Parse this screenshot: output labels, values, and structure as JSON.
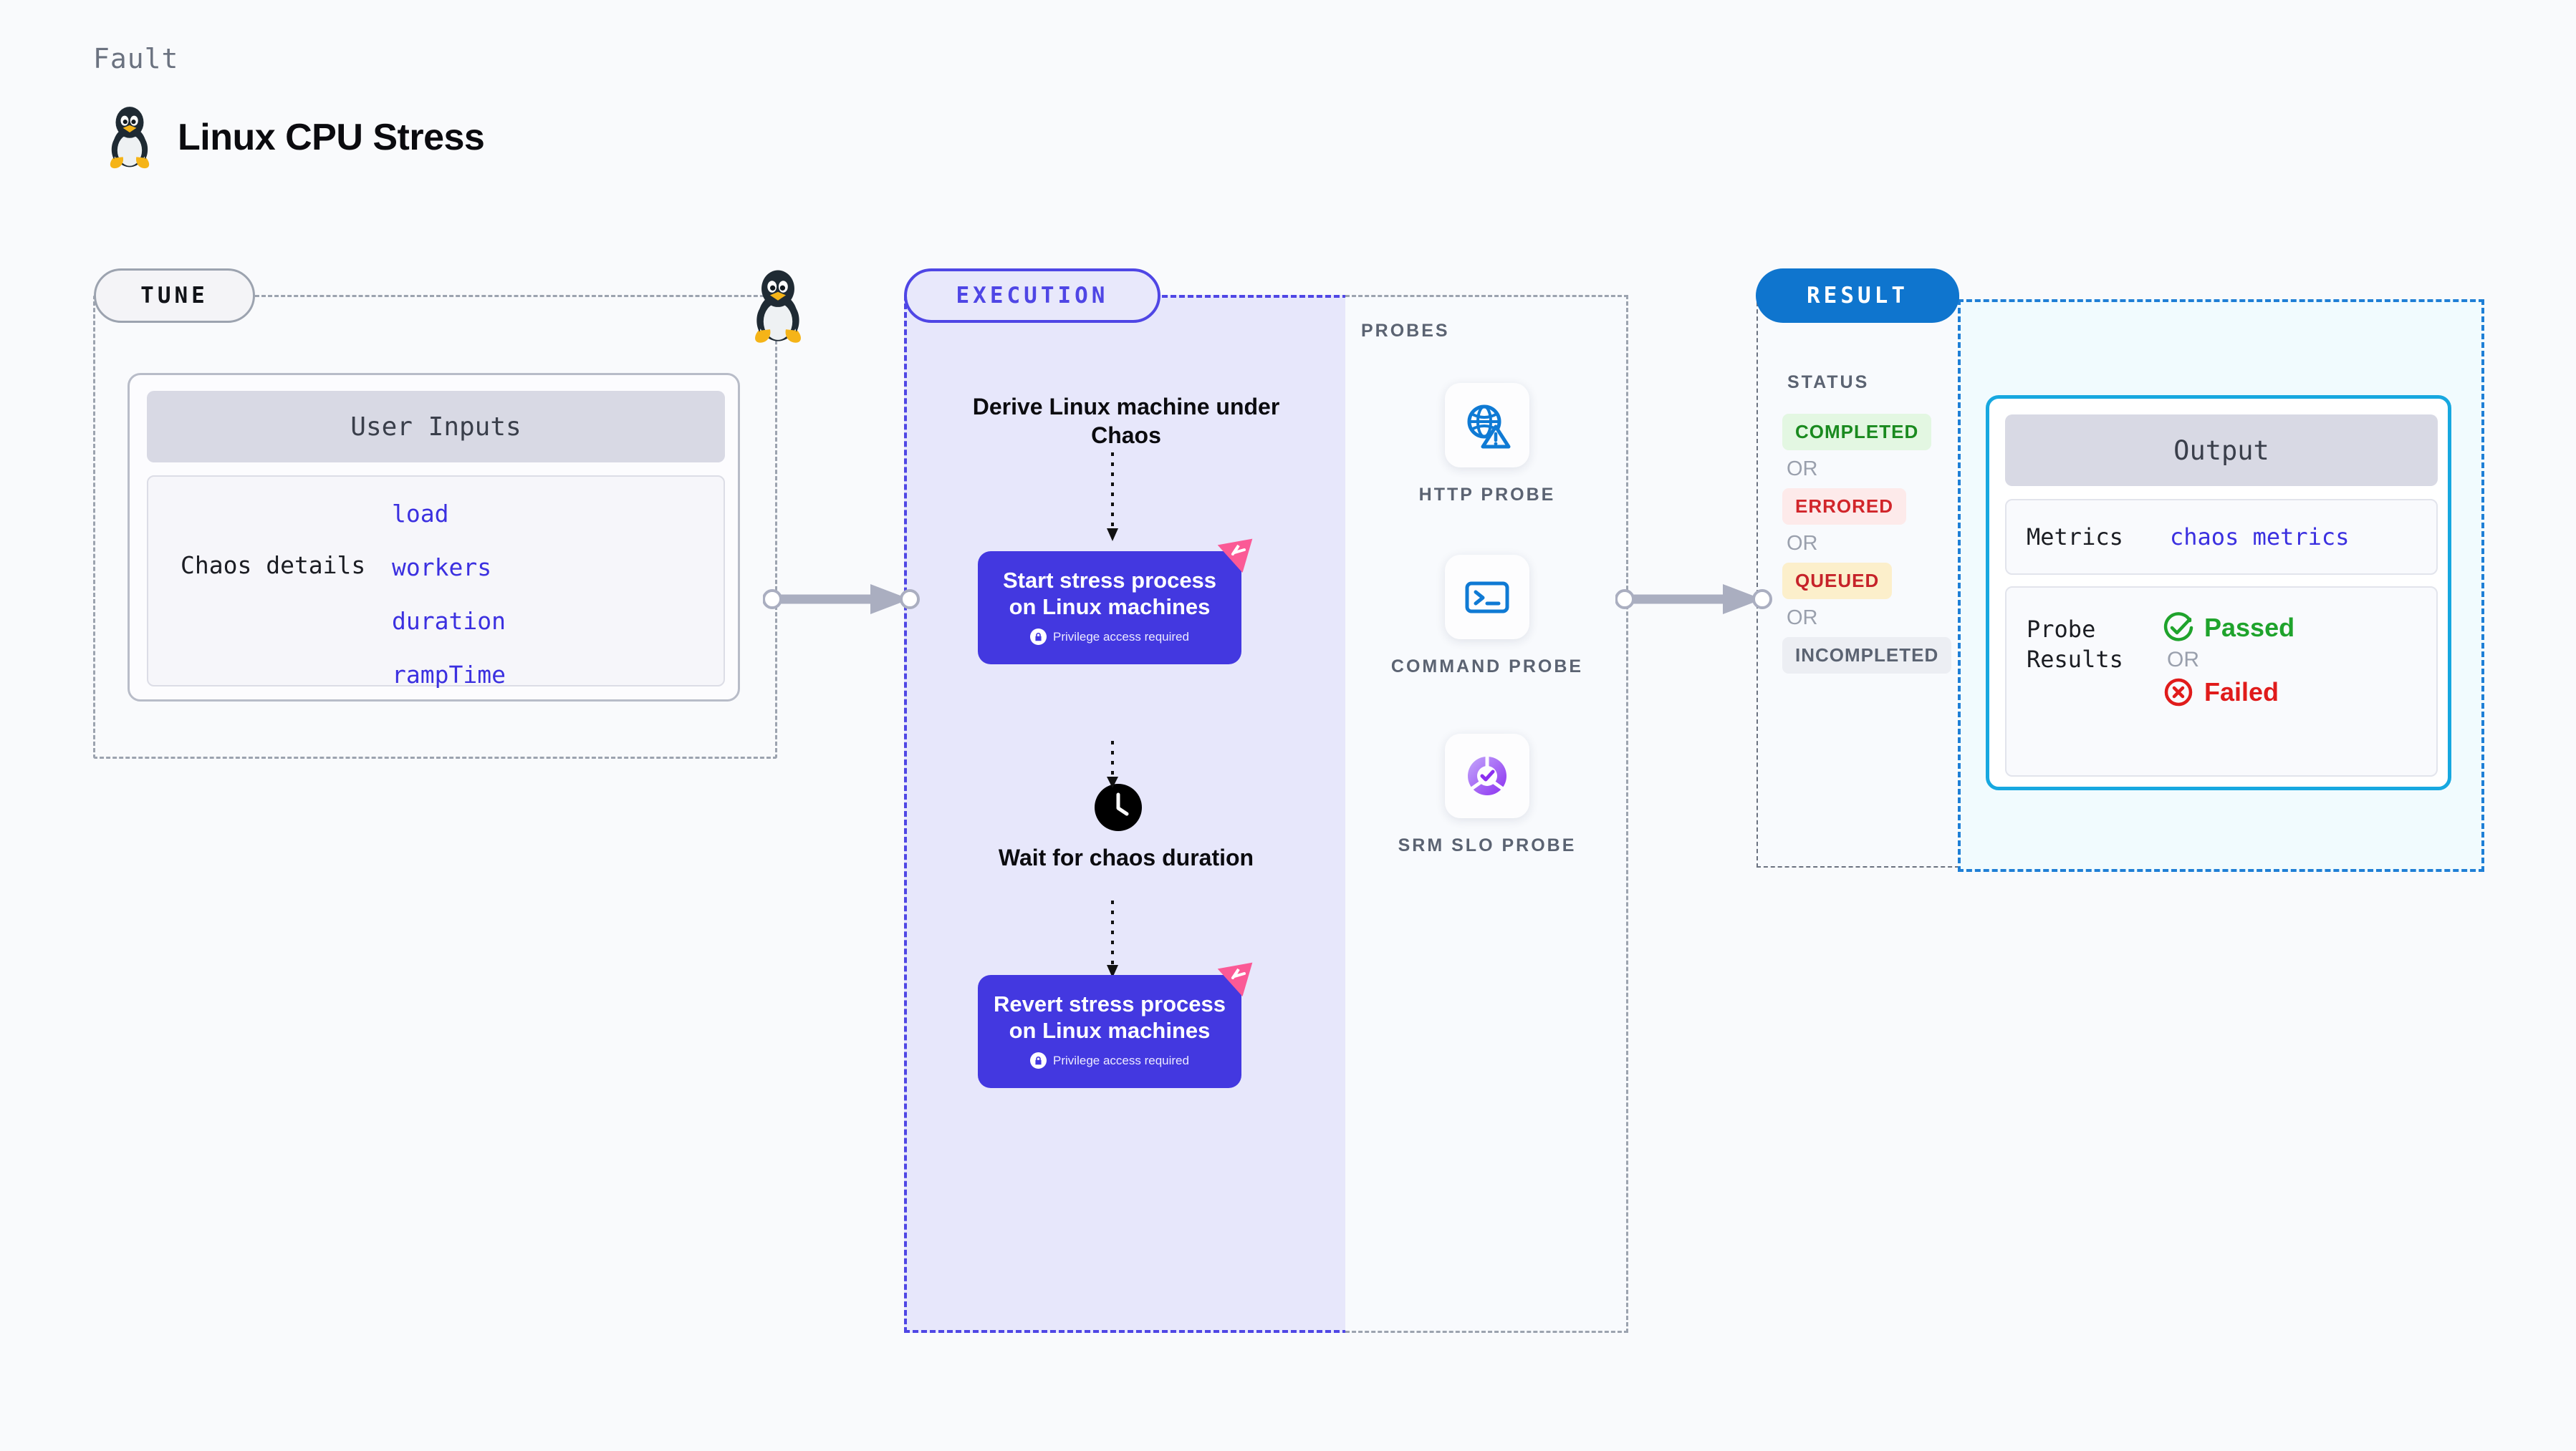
{
  "header": {
    "kicker": "Fault",
    "title": "Linux CPU Stress",
    "icon": "linux-tux-penguin-icon"
  },
  "tune": {
    "pill_label": "TUNE",
    "penguin_icon": "linux-tux-penguin-icon",
    "card": {
      "header": "User Inputs",
      "details_label": "Chaos details",
      "params": [
        "load",
        "workers",
        "duration",
        "rampTime"
      ]
    }
  },
  "execution": {
    "pill_label": "EXECUTION",
    "steps": [
      {
        "type": "text",
        "label": "Derive Linux machine under Chaos"
      },
      {
        "type": "card",
        "label": "Start stress process on Linux machines",
        "note": "Privilege access required",
        "note_icon": "lock-icon",
        "badge_icon": "chaos-logo-icon"
      },
      {
        "type": "text",
        "label": "Wait for chaos duration",
        "icon": "clock-icon"
      },
      {
        "type": "card",
        "label": "Revert stress process on Linux machines",
        "note": "Privilege access required",
        "note_icon": "lock-icon",
        "badge_icon": "chaos-logo-icon"
      }
    ]
  },
  "probes": {
    "heading": "PROBES",
    "items": [
      {
        "label": "HTTP PROBE",
        "icon": "globe-warning-icon"
      },
      {
        "label": "COMMAND PROBE",
        "icon": "terminal-icon"
      },
      {
        "label": "SRM SLO PROBE",
        "icon": "slo-donut-check-icon"
      }
    ]
  },
  "result": {
    "pill_label": "RESULT",
    "status_heading": "STATUS",
    "or_label": "OR",
    "statuses": [
      {
        "label": "COMPLETED",
        "bg": "#e3f7e2",
        "fg": "#1a8a1f"
      },
      {
        "label": "ERRORED",
        "bg": "#fdeaea",
        "fg": "#d1252a"
      },
      {
        "label": "QUEUED",
        "bg": "#fcefcb",
        "fg": "#c6232a"
      },
      {
        "label": "INCOMPLETED",
        "bg": "#eceef3",
        "fg": "#5b6372"
      }
    ]
  },
  "output": {
    "header": "Output",
    "metrics_label": "Metrics",
    "metrics_value": "chaos metrics",
    "probe_results_label": "Probe Results",
    "or_label": "OR",
    "passed": {
      "label": "Passed",
      "icon": "check-circle-icon",
      "color": "#1fa32c"
    },
    "failed": {
      "label": "Failed",
      "icon": "x-circle-icon",
      "color": "#e01b1b"
    }
  },
  "connectors": [
    {
      "name": "tune-to-execution"
    },
    {
      "name": "execution-to-result"
    }
  ],
  "colors": {
    "page_bg": "#f9fafc",
    "indigo": "#4338e0",
    "execution_bg": "#e7e7fb",
    "result_accent": "#0f75ce",
    "output_border": "#17a8e0",
    "param_blue": "#3b30e0",
    "chaos_pink": "#fb5a96"
  }
}
